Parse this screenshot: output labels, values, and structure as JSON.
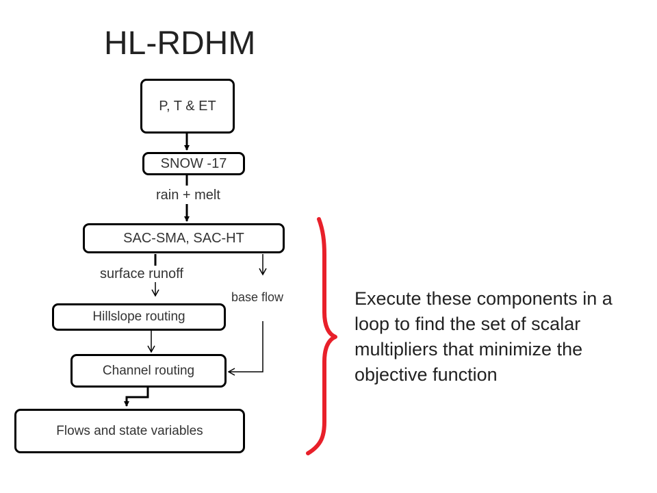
{
  "title": "HL-RDHM",
  "boxes": {
    "ptet": "P, T &  ET",
    "snow": "SNOW -17",
    "sac": "SAC-SMA, SAC-HT",
    "hillslope": "Hillslope routing",
    "channel": "Channel routing",
    "flows": "Flows and state variables"
  },
  "labels": {
    "rain_melt": "rain + melt",
    "surface_runoff": "surface runoff",
    "base_flow": "base flow"
  },
  "note": "Execute these components in a loop to find the set of scalar multipliers that minimize the objective function",
  "colors": {
    "brace": "#e8202a",
    "lines": "#000000"
  }
}
